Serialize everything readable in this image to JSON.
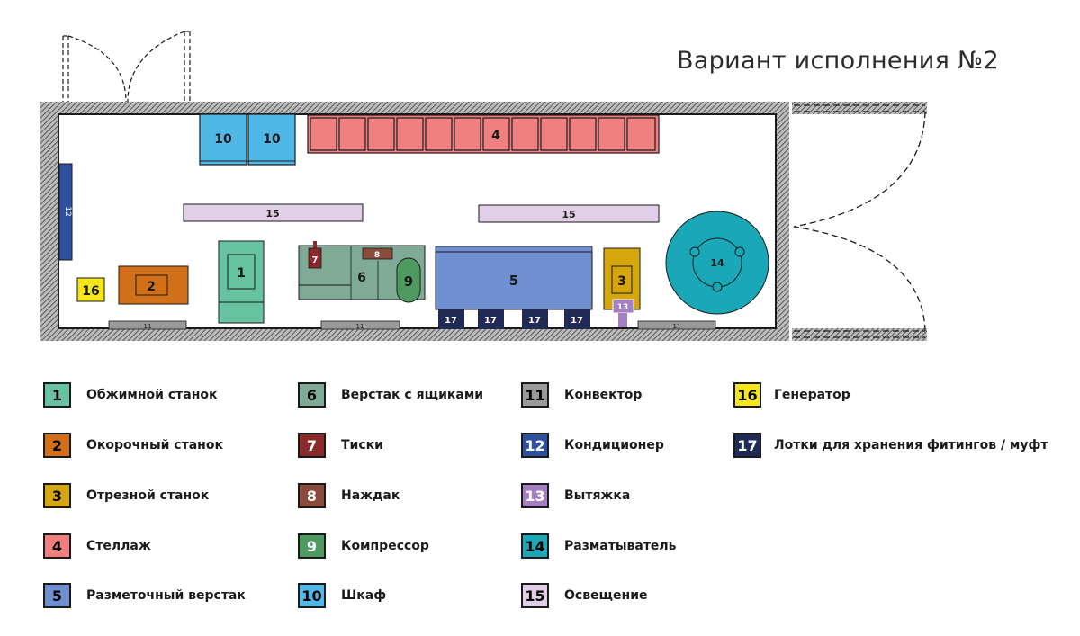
{
  "title": "Вариант исполнения №2",
  "colors": {
    "1": "#66c2a0",
    "2": "#d2701a",
    "3": "#d6a60e",
    "4": "#f08080",
    "5": "#6f8fd0",
    "6": "#7faa96",
    "7": "#8a2a2a",
    "8": "#8a4a3c",
    "9": "#4f9a60",
    "10": "#4fb8e6",
    "11": "#9a9a9a",
    "12": "#2f4f9f",
    "13": "#a47fc2",
    "14": "#1aa8b8",
    "15": "#e0cfe6",
    "16": "#f5e61a",
    "17": "#1f2a55"
  },
  "plan": {
    "shelf_label": "4",
    "cabinet_labels": [
      "10",
      "10"
    ],
    "light_labels": [
      "15",
      "15"
    ],
    "ac_label": "12",
    "generator_label": "16",
    "debarker_label": "2",
    "crimper_label": "1",
    "vise_label": "7",
    "grinder_label": "8",
    "workbench_label": "6",
    "compressor_label": "9",
    "marking_bench_label": "5",
    "tray_labels": [
      "17",
      "17",
      "17",
      "17"
    ],
    "cutter_label": "3",
    "exhaust_label": "13",
    "unwinder_label": "14",
    "convector_labels": [
      "11",
      "11",
      "11"
    ]
  },
  "legend": [
    {
      "num": "1",
      "label": "Обжимной станок",
      "color": "#66c2a0"
    },
    {
      "num": "2",
      "label": "Окорочный станок",
      "color": "#d2701a"
    },
    {
      "num": "3",
      "label": "Отрезной станок",
      "color": "#d6a60e"
    },
    {
      "num": "4",
      "label": "Стеллаж",
      "color": "#f08080"
    },
    {
      "num": "5",
      "label": "Разметочный верстак",
      "color": "#6f8fd0"
    },
    {
      "num": "6",
      "label": "Верстак с ящиками",
      "color": "#7faa96"
    },
    {
      "num": "7",
      "label": "Тиски",
      "color": "#8a2a2a"
    },
    {
      "num": "8",
      "label": "Наждак",
      "color": "#8a4a3c"
    },
    {
      "num": "9",
      "label": "Компрессор",
      "color": "#4f9a60"
    },
    {
      "num": "10",
      "label": "Шкаф",
      "color": "#4fb8e6"
    },
    {
      "num": "11",
      "label": "Конвектор",
      "color": "#9a9a9a"
    },
    {
      "num": "12",
      "label": "Кондиционер",
      "color": "#2f4f9f"
    },
    {
      "num": "13",
      "label": "Вытяжка",
      "color": "#a47fc2"
    },
    {
      "num": "14",
      "label": "Разматыватель",
      "color": "#1aa8b8"
    },
    {
      "num": "15",
      "label": "Освещение",
      "color": "#e0cfe6"
    },
    {
      "num": "16",
      "label": "Генератор",
      "color": "#f5e61a"
    },
    {
      "num": "17",
      "label": "Лотки для хранения фитингов / муфт",
      "color": "#1f2a55"
    }
  ]
}
